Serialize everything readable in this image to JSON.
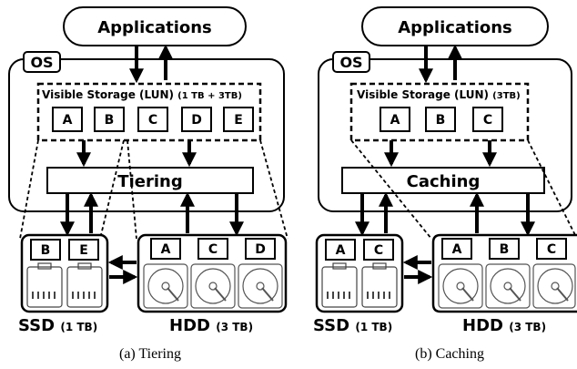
{
  "tiering": {
    "applications": "Applications",
    "os": "OS",
    "visible_storage": "Visible Storage (LUN)",
    "visible_storage_size": "(1 TB + 3TB)",
    "lun_blocks": [
      "A",
      "B",
      "C",
      "D",
      "E"
    ],
    "engine": "Tiering",
    "ssd_blocks": [
      "B",
      "E"
    ],
    "hdd_blocks": [
      "A",
      "C",
      "D"
    ],
    "ssd_label": "SSD",
    "ssd_size": "(1 TB)",
    "hdd_label": "HDD",
    "hdd_size": "(3 TB)",
    "caption": "(a) Tiering"
  },
  "caching": {
    "applications": "Applications",
    "os": "OS",
    "visible_storage": "Visible Storage (LUN)",
    "visible_storage_size": "(3TB)",
    "lun_blocks": [
      "A",
      "B",
      "C"
    ],
    "engine": "Caching",
    "ssd_blocks": [
      "A",
      "C"
    ],
    "hdd_blocks": [
      "A",
      "B",
      "C"
    ],
    "ssd_label": "SSD",
    "ssd_size": "(1 TB)",
    "hdd_label": "HDD",
    "hdd_size": "(3 TB)",
    "caption": "(b) Caching"
  }
}
